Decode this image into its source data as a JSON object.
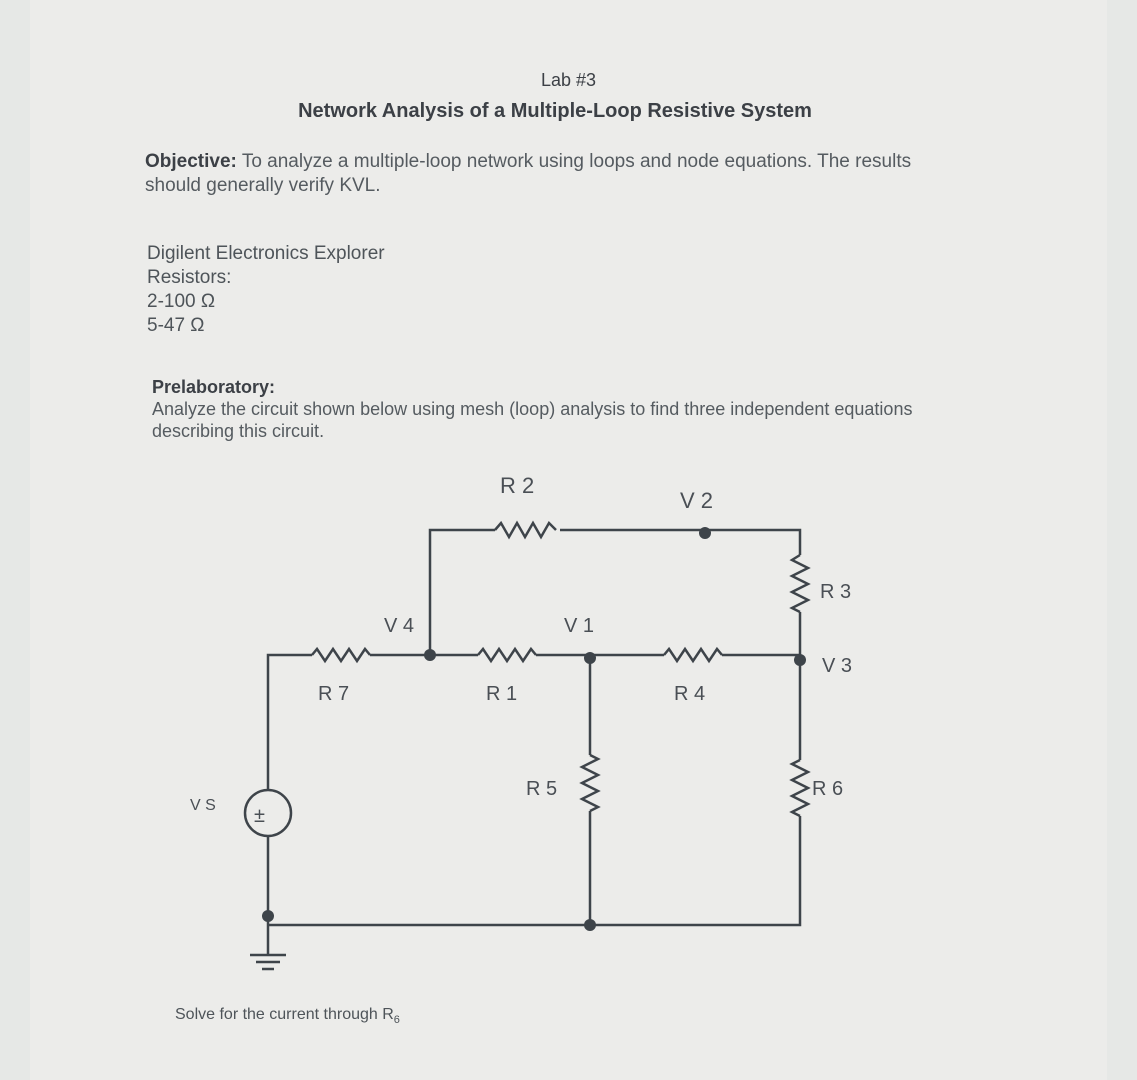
{
  "header": {
    "title": "Lab #3",
    "subtitle": "Network Analysis of a Multiple-Loop Resistive System"
  },
  "objective": {
    "label": "Objective:",
    "text": "To analyze a multiple-loop network using loops and node equations. The results should generally verify KVL."
  },
  "materials": [
    "Digilent Electronics Explorer",
    "Resistors:",
    "2-100 Ω",
    "5-47 Ω"
  ],
  "prelab": {
    "title": "Prelaboratory:",
    "text": "Analyze the circuit shown below using mesh (loop) analysis to find three independent equations describing this circuit."
  },
  "circuit": {
    "labels": {
      "r2": "R 2",
      "v2": "V 2",
      "r3": "R 3",
      "v4": "V 4",
      "v1": "V 1",
      "v3": "V 3",
      "r7": "R 7",
      "r1": "R 1",
      "r4": "R 4",
      "r5": "R 5",
      "r6": "R 6",
      "vs": "V S",
      "source_symbol": "±"
    },
    "wire_color": "#3e444a"
  },
  "footer": {
    "text": "Solve for the current through R",
    "subscript": "6"
  }
}
